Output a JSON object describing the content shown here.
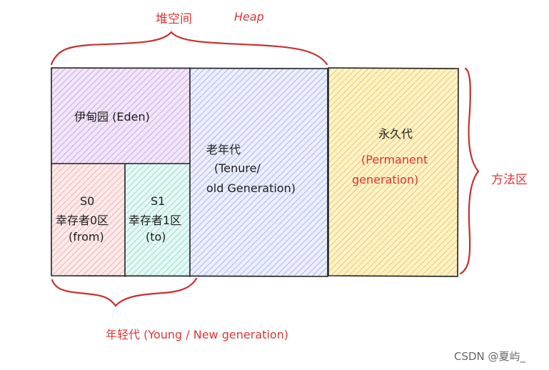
{
  "heap": {
    "title_cn": "堆空间",
    "title_en": "Heap"
  },
  "regions": {
    "eden": {
      "label": "伊甸园 (Eden)",
      "fill": "#e2c8f0",
      "stroke": "#c9a2e0"
    },
    "s0": {
      "line1": "S0",
      "line2": "幸存者0区",
      "line3": "(from)",
      "fill": "#fbd3d3",
      "stroke": "#e9a7a7"
    },
    "s1": {
      "line1": "S1",
      "line2": "幸存者1区",
      "line3": "(to)",
      "fill": "#c8f0e8",
      "stroke": "#8ed6c8"
    },
    "old": {
      "line1": "老年代",
      "line2": "(Tenure/",
      "line3": "old Generation)",
      "fill": "#cfd6f7",
      "stroke": "#9aa8e8"
    },
    "perm": {
      "line1": "永久代",
      "line2": "(Permanent",
      "line3": "generation)",
      "fill": "#fbe39a",
      "stroke": "#e8c040"
    }
  },
  "labels": {
    "method_area": "方法区",
    "young_gen": "年轻代 (Young / New generation)"
  },
  "watermark": "CSDN @夏屿_",
  "colors": {
    "brace": "#c9302c",
    "annotation": "#d93636",
    "outline": "#1e1e1e"
  }
}
